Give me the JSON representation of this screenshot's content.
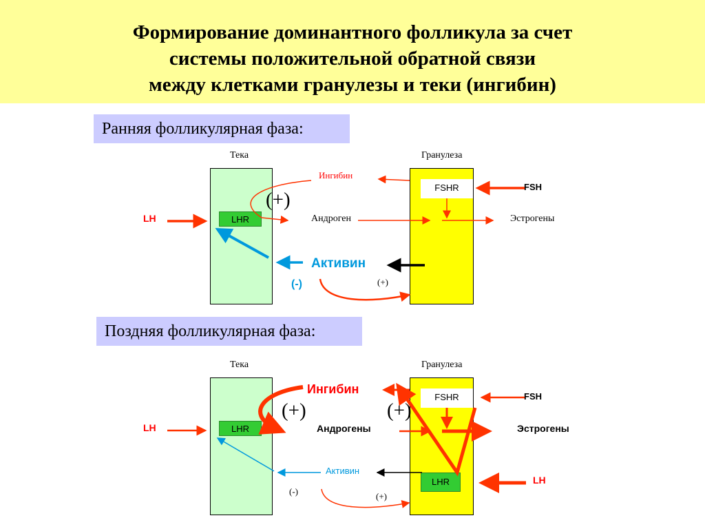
{
  "title": {
    "line1": "Формирование доминантного фолликула за счет",
    "line2": "системы положительной обратной связи",
    "line3": "между клетками гранулезы и теки (ингибин)"
  },
  "early": {
    "phase_label": "Ранняя фолликулярная фаза:",
    "theca_label": "Тека",
    "granulosa_label": "Гранулеза",
    "inhibin": "Ингибин",
    "fshr": "FSHR",
    "fsh": "FSH",
    "plus_big": "(+)",
    "lh": "LH",
    "lhr": "LHR",
    "androgen": "Андроген",
    "estrogens": "Эстрогены",
    "activin": "Активин",
    "minus": "(-)",
    "plus_small": "(+)"
  },
  "late": {
    "phase_label": "Поздняя фолликулярная фаза:",
    "theca_label": "Тека",
    "granulosa_label": "Гранулеза",
    "inhibin": "Ингибин",
    "fshr": "FSHR",
    "fsh": "FSH",
    "plus_left": "(+)",
    "plus_right": "(+)",
    "lh_left": "LH",
    "lhr_theca": "LHR",
    "androgens": "Андрогены",
    "estrogens": "Эстрогены",
    "activin": "Активин",
    "lhr_granulosa": "LHR",
    "lh_right": "LH",
    "minus": "(-)",
    "plus_small": "(+)"
  },
  "colors": {
    "title_band": "#ffff99",
    "phase_label_bg": "#ccccff",
    "theca": "#ccffcc",
    "granulosa": "#ffff00",
    "lhr": "#33cc33",
    "arrow_red": "#ff3300",
    "arrow_blue": "#0099dd",
    "arrow_black": "#000000"
  }
}
